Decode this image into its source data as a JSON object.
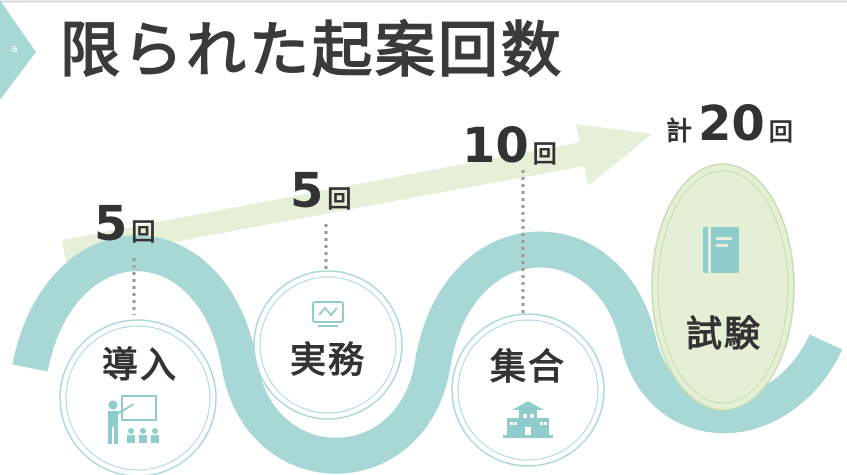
{
  "slide": {
    "corner_letter": "a",
    "title": "限られた起案回数"
  },
  "phases": [
    {
      "count": "5",
      "unit": "回",
      "label": "導入",
      "icon": "teacher-presentation-icon"
    },
    {
      "count": "5",
      "unit": "回",
      "label": "実務",
      "icon": "monitor-icon"
    },
    {
      "count": "10",
      "unit": "回",
      "label": "集合",
      "icon": "school-building-icon"
    },
    {
      "label": "試験",
      "icon": "notebook-icon"
    }
  ],
  "total": {
    "prefix": "計",
    "count": "20",
    "unit": "回"
  },
  "colors": {
    "wave": "#a8d8d5",
    "arrow": "#e6f0d8",
    "icon": "#8ecdcb",
    "exam_fill": "#e4efd6",
    "title": "#3a3a3a"
  }
}
